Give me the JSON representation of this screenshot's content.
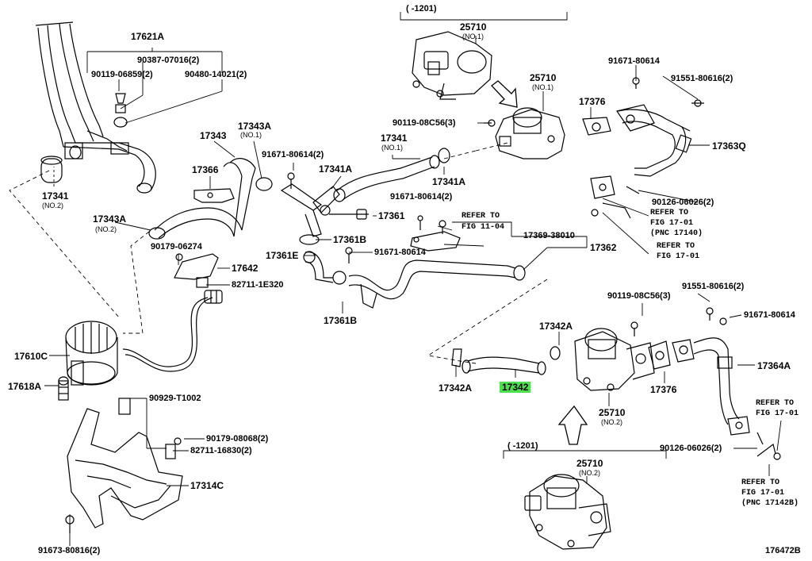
{
  "labels": {
    "l17621A": "17621A",
    "l90387": "90387-07016(2)",
    "l90119a": "90119-06859(2)",
    "l90480": "90480-14021(2)",
    "l17341no2": "17341",
    "no2_a": "(NO.2)",
    "l17343": "17343",
    "l17343A": "17343A",
    "no1_a": "(NO.1)",
    "l17366": "17366",
    "l17343A2": "17343A",
    "no2_b": "(NO.2)",
    "l90179a": "90179-06274",
    "l17642": "17642",
    "l82711a": "82711-1E320",
    "l17610C": "17610C",
    "l17618A": "17618A",
    "l90929": "90929-T1002",
    "l90179b": "90179-08068(2)",
    "l82711b": "82711-16830(2)",
    "l17314C": "17314C",
    "l91673": "91673-80816(2)",
    "range1": "(    -1201)",
    "l25710a": "25710",
    "no1_b": "(NO.1)",
    "l25710b": "25710",
    "no1_c": "(NO.1)",
    "l90119b": "90119-08C56(3)",
    "l91671a": "91671-80614(2)",
    "l17341A": "17341A",
    "l17341no1": "17341",
    "no1_d": "(NO.1)",
    "l17341A2": "17341A",
    "l91671b": "91671-80614(2)",
    "l17361": "17361",
    "l17361B": "17361B",
    "l17361E": "17361E",
    "l91671c": "91671-80614",
    "l17361B2": "17361B",
    "ref1a": "REFER TO",
    "ref1b": "FIG 11-04",
    "l17369": "17369-38010",
    "l17362": "17362",
    "l91671d": "91671-80614",
    "l91551a": "91551-80616(2)",
    "l17376": "17376",
    "l17363Q": "17363Q",
    "l90126a": "90126-06026(2)",
    "ref2a": "REFER TO",
    "ref2b": "FIG 17-01",
    "ref2c": "(PNC 17140)",
    "ref3a": "REFER TO",
    "ref3b": "FIG 17-01",
    "l90119c": "90119-08C56(3)",
    "l91551b": "91551-80616(2)",
    "l91671e": "91671-80614",
    "l17342A": "17342A",
    "l17342A2": "17342A",
    "l17342": "17342",
    "l17376b": "17376",
    "l25710c": "25710",
    "no2_c": "(NO.2)",
    "l17364A": "17364A",
    "ref4a": "REFER TO",
    "ref4b": "FIG 17-01",
    "l90126b": "90126-06026(2)",
    "ref5a": "REFER TO",
    "ref5b": "FIG 17-01",
    "ref5c": "(PNC 17142B)",
    "range2": "(    -1201)",
    "l25710d": "25710",
    "no2_d": "(NO.2)",
    "figno": "176472B"
  },
  "colors": {
    "highlight": "#4fe04f",
    "ink": "#000000"
  }
}
